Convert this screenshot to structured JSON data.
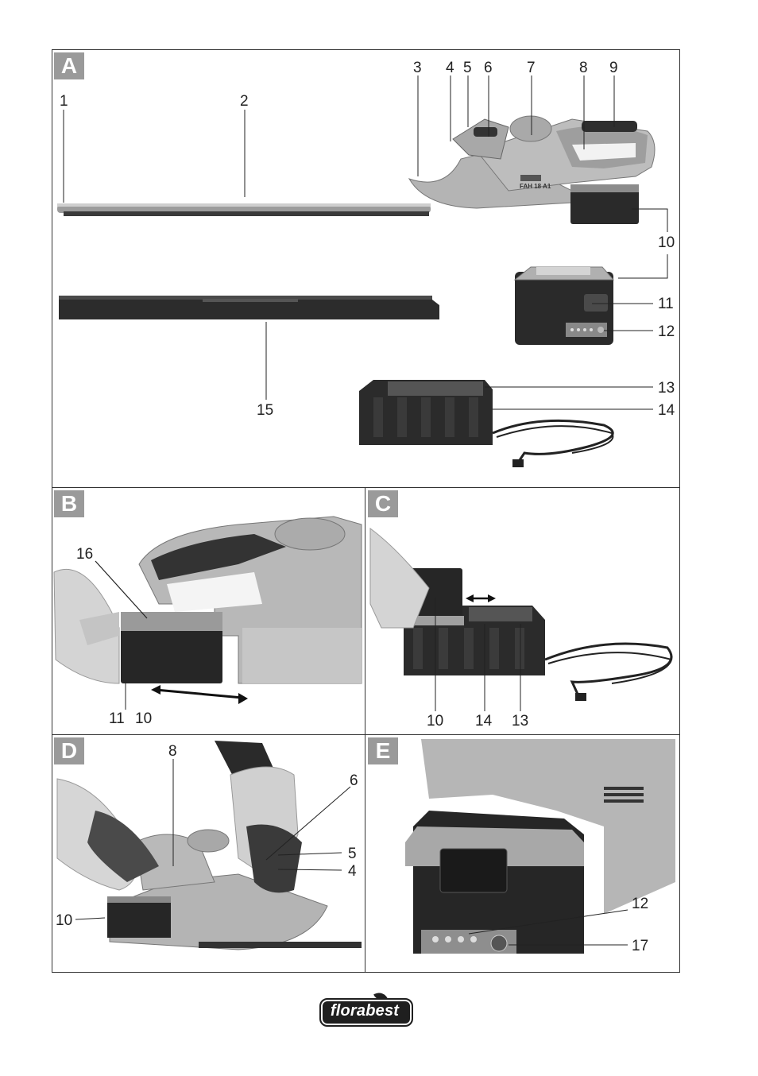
{
  "panels": {
    "A": {
      "letter": "A",
      "labels": [
        "1",
        "2",
        "3",
        "4",
        "5",
        "6",
        "7",
        "8",
        "9",
        "10",
        "11",
        "12",
        "13",
        "14",
        "15"
      ],
      "model_plate": "FAH 18 A1"
    },
    "B": {
      "letter": "B",
      "labels": [
        "16",
        "11",
        "10"
      ]
    },
    "C": {
      "letter": "C",
      "labels": [
        "10",
        "14",
        "13"
      ]
    },
    "D": {
      "letter": "D",
      "labels": [
        "8",
        "6",
        "5",
        "4",
        "10"
      ]
    },
    "E": {
      "letter": "E",
      "labels": [
        "12",
        "17"
      ]
    }
  },
  "brand": {
    "name": "florabest"
  },
  "colors": {
    "frame": "#333333",
    "letter_bg": "#9a9a9a",
    "tool_body": "#b9b9b9",
    "dark": "#2a2a2a"
  }
}
